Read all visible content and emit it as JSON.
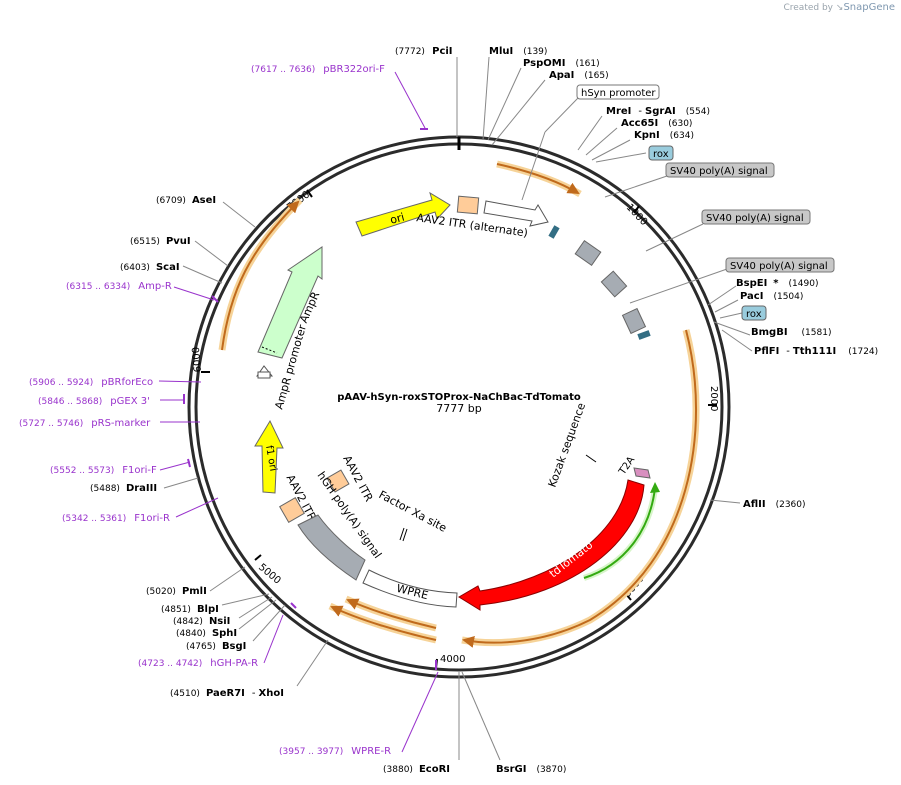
{
  "credit": {
    "prefix": "Created by",
    "brand": "SnapGene"
  },
  "plasmid": {
    "name": "pAAV-hSyn-roxSTOProx-NaChBac-TdTomato",
    "size_label": "7777 bp",
    "total_bp": 7777
  },
  "ruler_ticks": [
    "1000",
    "2000",
    "3000",
    "4000",
    "5000",
    "6000",
    "7000"
  ],
  "enzymes": [
    {
      "name": "PciI",
      "pos": "(7772)"
    },
    {
      "name": "MluI",
      "pos": "(139)"
    },
    {
      "name": "PspOMI",
      "pos": "(161)"
    },
    {
      "name": "ApaI",
      "pos": "(165)"
    },
    {
      "name": "MreI",
      "sep": "-",
      "name2": "SgrAI",
      "pos": "(554)"
    },
    {
      "name": "Acc65I",
      "pos": "(630)"
    },
    {
      "name": "KpnI",
      "pos": "(634)"
    },
    {
      "name": "BspEI",
      "star": "*",
      "pos": "(1490)"
    },
    {
      "name": "PacI",
      "pos": "(1504)"
    },
    {
      "name": "BmgBI",
      "pos": "(1581)"
    },
    {
      "name": "PflFI",
      "sep": "-",
      "name2": "Tth111I",
      "pos": "(1724)"
    },
    {
      "name": "AflII",
      "pos": "(2360)"
    },
    {
      "name": "BsrGI",
      "pos": "(3870)"
    },
    {
      "name": "EcoRI",
      "pos": "(3880)"
    },
    {
      "name": "PaeR7I",
      "sep": "-",
      "name2": "XhoI",
      "pos": "(4510)"
    },
    {
      "name": "BsgI",
      "pos": "(4765)"
    },
    {
      "name": "SphI",
      "pos": "(4840)"
    },
    {
      "name": "NsiI",
      "pos": "(4842)"
    },
    {
      "name": "BlpI",
      "pos": "(4851)"
    },
    {
      "name": "PmlI",
      "pos": "(5020)"
    },
    {
      "name": "DraIII",
      "pos": "(5488)"
    },
    {
      "name": "ScaI",
      "pos": "(6403)"
    },
    {
      "name": "PvuI",
      "pos": "(6515)"
    },
    {
      "name": "AseI",
      "pos": "(6709)"
    }
  ],
  "primers": [
    {
      "range": "(7617 .. 7636)",
      "name": "pBR322ori-F"
    },
    {
      "range": "(6315 .. 6334)",
      "name": "Amp-R"
    },
    {
      "range": "(5906 .. 5924)",
      "name": "pBRforEco"
    },
    {
      "range": "(5846 .. 5868)",
      "name": "pGEX 3'"
    },
    {
      "range": "(5727 .. 5746)",
      "name": "pRS-marker"
    },
    {
      "range": "(5552 .. 5573)",
      "name": "F1ori-F"
    },
    {
      "range": "(5342 .. 5361)",
      "name": "F1ori-R"
    },
    {
      "range": "(4723 .. 4742)",
      "name": "hGH-PA-R"
    },
    {
      "range": "(3957 .. 3977)",
      "name": "WPRE-R"
    }
  ],
  "boxed_features": [
    "hSyn promoter",
    "rox",
    "SV40 poly(A) signal",
    "SV40 poly(A) signal",
    "SV40 poly(A) signal",
    "rox"
  ],
  "features": {
    "ori": "ori",
    "aav2_itr_alt": "AAV2 ITR (alternate)",
    "ampr": "AmpR",
    "ampr_promoter": "AmpR promoter",
    "f1_ori": "f1 ori",
    "aav2_itr": "AAV2 ITR",
    "aav2_itr_2": "AAV2 ITR",
    "hgh_polya": "hGH poly(A) signal",
    "factor_xa": "Factor Xa site",
    "wpre": "WPRE",
    "tdtomato": "tdTomato",
    "t2a": "T2A",
    "kozak": "Kozak sequence"
  },
  "colors": {
    "enzyme": "#000000",
    "primer": "#9933cc",
    "ori": "#ffff00",
    "ampr": "#ccffcc",
    "tdtomato": "#ff0000",
    "itr": "#ffcc99",
    "polya": "#a6acb3",
    "rox": "#99ccdd",
    "orf_glow": "#f6d398",
    "orf_line": "#c06a1c",
    "green_arrow": "#33aa11"
  }
}
